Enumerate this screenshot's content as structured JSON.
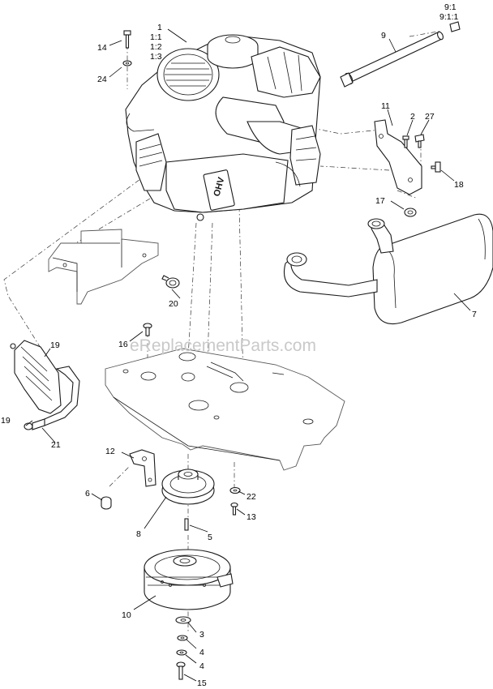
{
  "watermark": "eReplacementParts.com",
  "engine_badge": "OHV",
  "callouts": {
    "c1": "1",
    "c1_1": "1:1",
    "c1_2": "1:2",
    "c1_3": "1:3",
    "c2": "2",
    "c3": "3",
    "c4a": "4",
    "c4b": "4",
    "c5": "5",
    "c6": "6",
    "c7": "7",
    "c8": "8",
    "c9": "9",
    "c9_1": "9:1",
    "c9_1_1": "9:1:1",
    "c10": "10",
    "c11": "11",
    "c12": "12",
    "c13": "13",
    "c14": "14",
    "c15": "15",
    "c16": "16",
    "c17": "17",
    "c18": "18",
    "c19a": "19",
    "c19b": "19",
    "c20": "20",
    "c21": "21",
    "c22": "22",
    "c24": "24",
    "c27": "27"
  }
}
